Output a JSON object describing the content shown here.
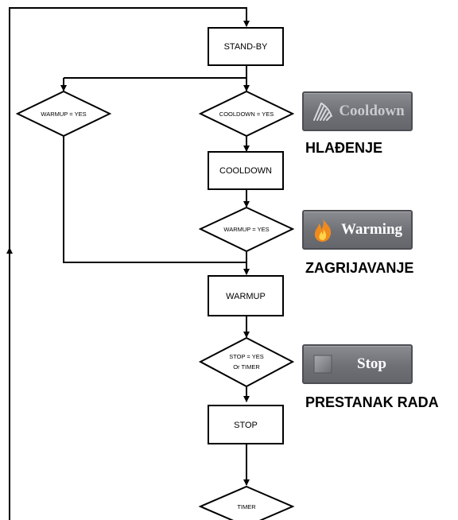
{
  "flow": {
    "standby": "STAND-BY",
    "warmup_check_left": "WARMUP = YES",
    "cooldown_check": "COOLDOWN = YES",
    "cooldown": "COOLDOWN",
    "warmup_check": "WARMUP = YES",
    "warmup": "WARMUP",
    "stop_check_line1": "STOP = YES",
    "stop_check_line2": "Or TIMER",
    "stop": "STOP",
    "timer": "TIMER"
  },
  "status": {
    "cooldown": {
      "button_label": "Cooldown",
      "caption": "HLAĐENJE",
      "icon": "fan-icon"
    },
    "warming": {
      "button_label": "Warming",
      "caption": "ZAGRIJAVANJE",
      "icon": "flame-icon"
    },
    "stop": {
      "button_label": "Stop",
      "caption": "PRESTANAK RADA",
      "icon": "square-icon"
    }
  },
  "colors": {
    "button_bg": "#6e7076",
    "button_border": "#4c4e53",
    "flame": "#f08a1c",
    "line": "#000000"
  }
}
